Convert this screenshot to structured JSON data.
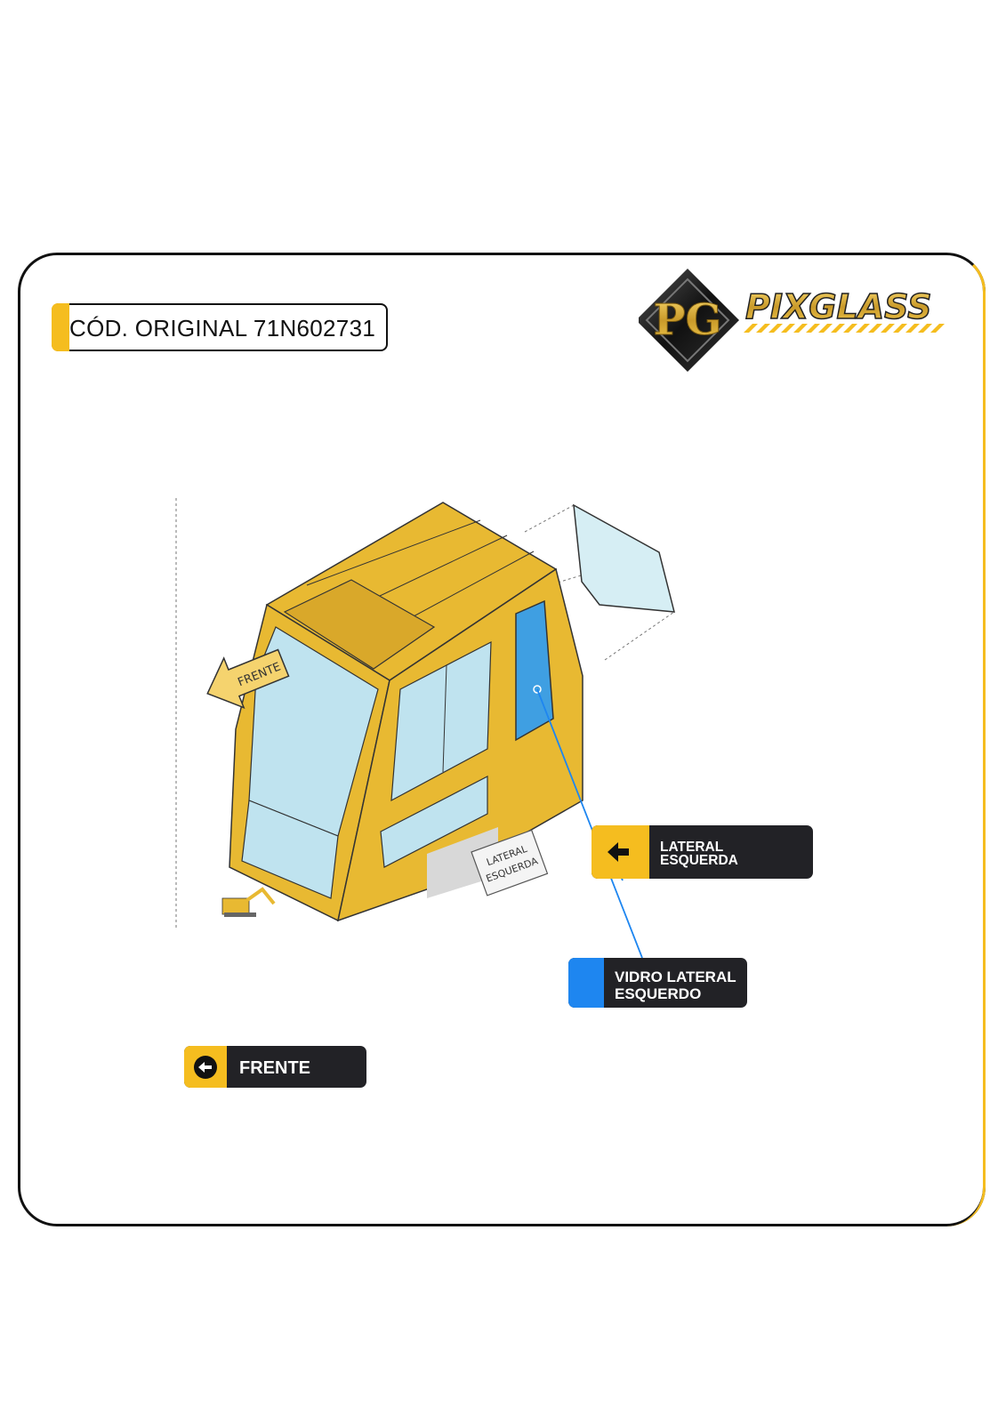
{
  "code_box": {
    "text": "CÓD. ORIGINAL  71N602731"
  },
  "logo": {
    "monogram": "PG",
    "brand": "PIXGLASS"
  },
  "diagram": {
    "arrow_label": "FRENTE",
    "panel_label": "LATERAL\nESQUERDA"
  },
  "callouts": {
    "lateral": {
      "text": "LATERAL\nESQUERDA",
      "icon": "arrow-left-icon"
    },
    "vidro": {
      "text": "VIDRO LATERAL\nESQUERDO"
    },
    "frente": {
      "text": "FRENTE",
      "icon": "circle-arrow-left-icon"
    }
  },
  "colors": {
    "accent_yellow": "#f5bd1f",
    "accent_blue": "#1e86f0",
    "label_dark": "#222226",
    "cab_yellow": "#e8b932",
    "glass": "#bfe3ef",
    "highlight_glass": "#3f9fe2"
  }
}
